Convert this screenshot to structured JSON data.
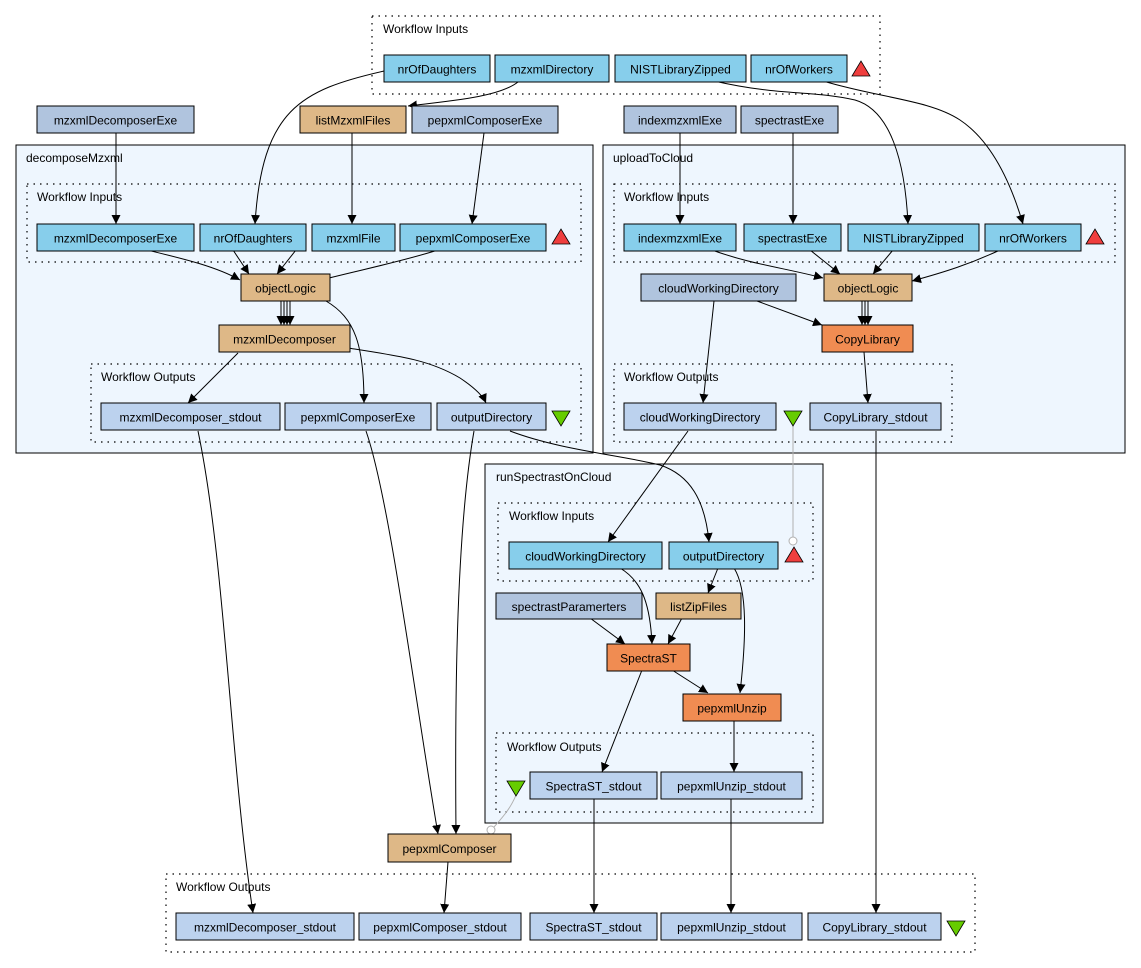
{
  "colors": {
    "input_port": "#87ceeb",
    "constant": "#b0c4de",
    "beanshell": "#deb887",
    "wsdl_tool": "#f08c52",
    "output_port": "#bcd2ee",
    "nested_bg": "#eef6fe",
    "input_marker": "#ef3e3e",
    "output_marker": "#66cc00"
  },
  "clusters": [
    {
      "id": "top_inputs",
      "label": "Workflow Inputs"
    },
    {
      "id": "decompose",
      "label": "decomposeMzxml"
    },
    {
      "id": "decompose_inputs",
      "label": "Workflow Inputs"
    },
    {
      "id": "decompose_outputs",
      "label": "Workflow Outputs"
    },
    {
      "id": "upload",
      "label": "uploadToCloud"
    },
    {
      "id": "upload_inputs",
      "label": "Workflow Inputs"
    },
    {
      "id": "upload_outputs",
      "label": "Workflow Outputs"
    },
    {
      "id": "run",
      "label": "runSpectrastOnCloud"
    },
    {
      "id": "run_inputs",
      "label": "Workflow Inputs"
    },
    {
      "id": "run_outputs",
      "label": "Workflow Outputs"
    },
    {
      "id": "top_outputs",
      "label": "Workflow Outputs"
    }
  ],
  "nodes": [
    {
      "id": "in_nrOfDaughters",
      "label": "nrOfDaughters",
      "type": "input_port"
    },
    {
      "id": "in_mzxmlDirectory",
      "label": "mzxmlDirectory",
      "type": "input_port"
    },
    {
      "id": "in_NISTLibraryZipped",
      "label": "NISTLibraryZipped",
      "type": "input_port"
    },
    {
      "id": "in_nrOfWorkers",
      "label": "nrOfWorkers",
      "type": "input_port"
    },
    {
      "id": "mzxmlDecomposerExe",
      "label": "mzxmlDecomposerExe",
      "type": "constant"
    },
    {
      "id": "listMzxmlFiles",
      "label": "listMzxmlFiles",
      "type": "beanshell"
    },
    {
      "id": "pepxmlComposerExe",
      "label": "pepxmlComposerExe",
      "type": "constant"
    },
    {
      "id": "indexmzxmlExe",
      "label": "indexmzxmlExe",
      "type": "constant"
    },
    {
      "id": "spectrastExe",
      "label": "spectrastExe",
      "type": "constant"
    },
    {
      "id": "d_in_mzxmlDecomposerExe",
      "label": "mzxmlDecomposerExe",
      "type": "input_port"
    },
    {
      "id": "d_in_nrOfDaughters",
      "label": "nrOfDaughters",
      "type": "input_port"
    },
    {
      "id": "d_in_mzxmlFile",
      "label": "mzxmlFile",
      "type": "input_port"
    },
    {
      "id": "d_in_pepxmlComposerExe",
      "label": "pepxmlComposerExe",
      "type": "input_port"
    },
    {
      "id": "d_objectLogic",
      "label": "objectLogic",
      "type": "beanshell"
    },
    {
      "id": "d_mzxmlDecomposer",
      "label": "mzxmlDecomposer",
      "type": "beanshell"
    },
    {
      "id": "d_out_stdout",
      "label": "mzxmlDecomposer_stdout",
      "type": "output_port"
    },
    {
      "id": "d_out_pepxmlComposerExe",
      "label": "pepxmlComposerExe",
      "type": "output_port"
    },
    {
      "id": "d_out_outputDirectory",
      "label": "outputDirectory",
      "type": "output_port"
    },
    {
      "id": "u_in_indexmzxmlExe",
      "label": "indexmzxmlExe",
      "type": "input_port"
    },
    {
      "id": "u_in_spectrastExe",
      "label": "spectrastExe",
      "type": "input_port"
    },
    {
      "id": "u_in_NISTLibraryZipped",
      "label": "NISTLibraryZipped",
      "type": "input_port"
    },
    {
      "id": "u_in_nrOfWorkers",
      "label": "nrOfWorkers",
      "type": "input_port"
    },
    {
      "id": "u_cloudWorkingDirectory",
      "label": "cloudWorkingDirectory",
      "type": "constant"
    },
    {
      "id": "u_objectLogic",
      "label": "objectLogic",
      "type": "beanshell"
    },
    {
      "id": "u_CopyLibrary",
      "label": "CopyLibrary",
      "type": "wsdl_tool"
    },
    {
      "id": "u_out_cloudWorkingDirectory",
      "label": "cloudWorkingDirectory",
      "type": "output_port"
    },
    {
      "id": "u_out_CopyLibrary_stdout",
      "label": "CopyLibrary_stdout",
      "type": "output_port"
    },
    {
      "id": "r_in_cloudWorkingDirectory",
      "label": "cloudWorkingDirectory",
      "type": "input_port"
    },
    {
      "id": "r_in_outputDirectory",
      "label": "outputDirectory",
      "type": "input_port"
    },
    {
      "id": "r_spectrastParamerters",
      "label": "spectrastParamerters",
      "type": "constant"
    },
    {
      "id": "r_listZipFiles",
      "label": "listZipFiles",
      "type": "beanshell"
    },
    {
      "id": "r_SpectraST",
      "label": "SpectraST",
      "type": "wsdl_tool"
    },
    {
      "id": "r_pepxmlUnzip",
      "label": "pepxmlUnzip",
      "type": "wsdl_tool"
    },
    {
      "id": "r_out_SpectraST_stdout",
      "label": "SpectraST_stdout",
      "type": "output_port"
    },
    {
      "id": "r_out_pepxmlUnzip_stdout",
      "label": "pepxmlUnzip_stdout",
      "type": "output_port"
    },
    {
      "id": "pepxmlComposer",
      "label": "pepxmlComposer",
      "type": "beanshell"
    },
    {
      "id": "out_mzxmlDecomposer_stdout",
      "label": "mzxmlDecomposer_stdout",
      "type": "output_port"
    },
    {
      "id": "out_pepxmlComposer_stdout",
      "label": "pepxmlComposer_stdout",
      "type": "output_port"
    },
    {
      "id": "out_SpectraST_stdout",
      "label": "SpectraST_stdout",
      "type": "output_port"
    },
    {
      "id": "out_pepxmlUnzip_stdout",
      "label": "pepxmlUnzip_stdout",
      "type": "output_port"
    },
    {
      "id": "out_CopyLibrary_stdout",
      "label": "CopyLibrary_stdout",
      "type": "output_port"
    }
  ],
  "edges": [
    {
      "from": "in_nrOfDaughters",
      "to": "d_in_nrOfDaughters"
    },
    {
      "from": "in_mzxmlDirectory",
      "to": "listMzxmlFiles"
    },
    {
      "from": "in_NISTLibraryZipped",
      "to": "u_in_NISTLibraryZipped"
    },
    {
      "from": "in_nrOfWorkers",
      "to": "u_in_nrOfWorkers"
    },
    {
      "from": "mzxmlDecomposerExe",
      "to": "d_in_mzxmlDecomposerExe"
    },
    {
      "from": "listMzxmlFiles",
      "to": "d_in_mzxmlFile"
    },
    {
      "from": "pepxmlComposerExe",
      "to": "d_in_pepxmlComposerExe"
    },
    {
      "from": "indexmzxmlExe",
      "to": "u_in_indexmzxmlExe"
    },
    {
      "from": "spectrastExe",
      "to": "u_in_spectrastExe"
    },
    {
      "from": "d_in_mzxmlDecomposerExe",
      "to": "d_objectLogic"
    },
    {
      "from": "d_in_nrOfDaughters",
      "to": "d_objectLogic"
    },
    {
      "from": "d_in_mzxmlFile",
      "to": "d_objectLogic"
    },
    {
      "from": "d_in_pepxmlComposerExe",
      "to": "d_objectLogic"
    },
    {
      "from": "d_objectLogic",
      "to": "d_mzxmlDecomposer",
      "multiplicity": 4
    },
    {
      "from": "d_objectLogic",
      "to": "d_out_pepxmlComposerExe"
    },
    {
      "from": "d_mzxmlDecomposer",
      "to": "d_out_stdout"
    },
    {
      "from": "d_mzxmlDecomposer",
      "to": "d_out_outputDirectory"
    },
    {
      "from": "u_in_indexmzxmlExe",
      "to": "u_objectLogic"
    },
    {
      "from": "u_in_spectrastExe",
      "to": "u_objectLogic"
    },
    {
      "from": "u_in_NISTLibraryZipped",
      "to": "u_objectLogic"
    },
    {
      "from": "u_in_nrOfWorkers",
      "to": "u_objectLogic"
    },
    {
      "from": "u_objectLogic",
      "to": "u_CopyLibrary",
      "multiplicity": 3
    },
    {
      "from": "u_cloudWorkingDirectory",
      "to": "u_CopyLibrary"
    },
    {
      "from": "u_cloudWorkingDirectory",
      "to": "u_out_cloudWorkingDirectory"
    },
    {
      "from": "u_CopyLibrary",
      "to": "u_out_CopyLibrary_stdout"
    },
    {
      "from": "u_out_cloudWorkingDirectory",
      "to": "r_in_cloudWorkingDirectory"
    },
    {
      "from": "d_out_outputDirectory",
      "to": "r_in_outputDirectory"
    },
    {
      "from": "r_in_outputDirectory",
      "to": "r_listZipFiles"
    },
    {
      "from": "r_in_cloudWorkingDirectory",
      "to": "r_SpectraST"
    },
    {
      "from": "r_spectrastParamerters",
      "to": "r_SpectraST"
    },
    {
      "from": "r_listZipFiles",
      "to": "r_SpectraST"
    },
    {
      "from": "r_SpectraST",
      "to": "r_pepxmlUnzip"
    },
    {
      "from": "r_in_outputDirectory",
      "to": "r_pepxmlUnzip"
    },
    {
      "from": "r_SpectraST",
      "to": "r_out_SpectraST_stdout"
    },
    {
      "from": "r_pepxmlUnzip",
      "to": "r_out_pepxmlUnzip_stdout"
    },
    {
      "from": "d_out_pepxmlComposerExe",
      "to": "pepxmlComposer"
    },
    {
      "from": "d_out_outputDirectory",
      "to": "pepxmlComposer"
    },
    {
      "from": "d_out_stdout",
      "to": "out_mzxmlDecomposer_stdout"
    },
    {
      "from": "pepxmlComposer",
      "to": "out_pepxmlComposer_stdout"
    },
    {
      "from": "r_out_SpectraST_stdout",
      "to": "out_SpectraST_stdout"
    },
    {
      "from": "r_out_pepxmlUnzip_stdout",
      "to": "out_pepxmlUnzip_stdout"
    },
    {
      "from": "u_out_CopyLibrary_stdout",
      "to": "out_CopyLibrary_stdout"
    },
    {
      "from": "u_outputs_marker",
      "to": "r_inputs_marker",
      "style": "control"
    },
    {
      "from": "r_outputs_marker",
      "to": "pepxmlComposer",
      "style": "control"
    }
  ]
}
